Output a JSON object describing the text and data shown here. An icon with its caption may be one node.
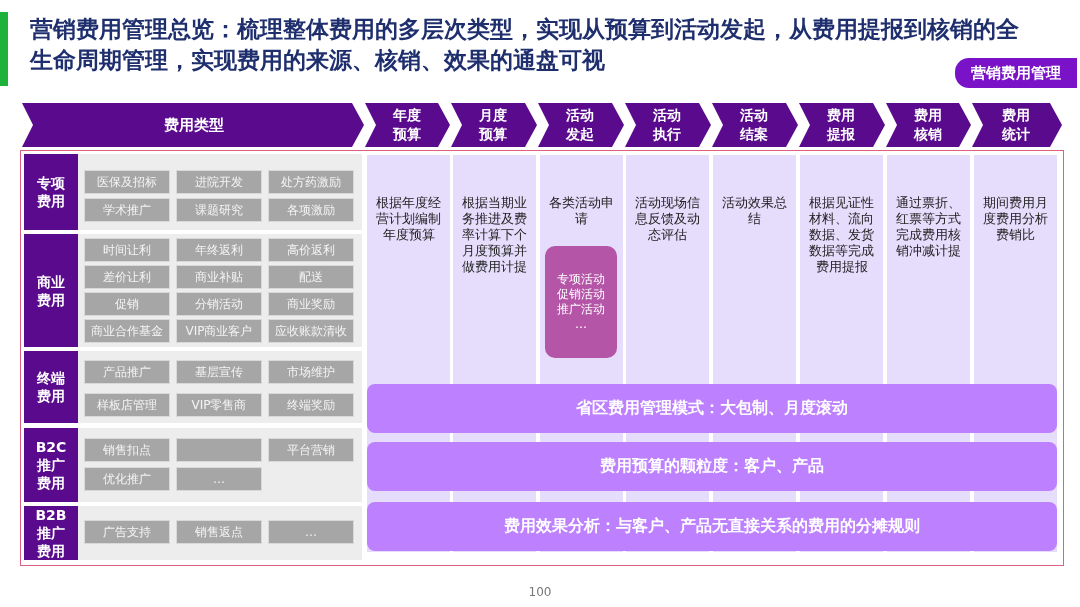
{
  "diagram": {
    "title": "营销费用管理总览：梳理整体费用的多层次类型，实现从预算到活动发起，从费用提报到核销的全生命周期管理，实现费用的来源、核销、效果的通盘可视",
    "nodes": [
      {
        "text": [
          "营销费用管理"
        ]
      },
      {
        "text": [
          "费用类型"
        ]
      },
      {
        "text": [
          "年度预算"
        ]
      },
      {
        "text": [
          "月度预算"
        ]
      },
      {
        "text": [
          "活动发起"
        ]
      },
      {
        "text": [
          "活动执行"
        ]
      },
      {
        "text": [
          "活动结案"
        ]
      },
      {
        "text": [
          "费用提报"
        ]
      },
      {
        "text": [
          "费用核销"
        ]
      },
      {
        "text": [
          "费用统计"
        ]
      },
      {
        "text": [
          "专项费用"
        ]
      },
      {
        "text": [
          "医保及招标"
        ]
      },
      {
        "text": [
          "进院开发"
        ]
      },
      {
        "text": [
          "处方药激励"
        ]
      },
      {
        "text": [
          "学术推广"
        ]
      },
      {
        "text": [
          "课题研究"
        ]
      },
      {
        "text": [
          "各项激励"
        ]
      },
      {
        "text": [
          "商业费用"
        ]
      },
      {
        "text": [
          "时间让利"
        ]
      },
      {
        "text": [
          "年终返利"
        ]
      },
      {
        "text": [
          "高价返利"
        ]
      },
      {
        "text": [
          "差价让利"
        ]
      },
      {
        "text": [
          "商业补贴"
        ]
      },
      {
        "text": [
          "配送"
        ]
      },
      {
        "text": [
          "促销"
        ]
      },
      {
        "text": [
          "分销活动"
        ]
      },
      {
        "text": [
          "商业奖励"
        ]
      },
      {
        "text": [
          "商业合作基金"
        ]
      },
      {
        "text": [
          "VIP商业客户"
        ]
      },
      {
        "text": [
          "应收账款清收"
        ]
      },
      {
        "text": [
          "终端费用"
        ]
      },
      {
        "text": [
          "产品推广"
        ]
      },
      {
        "text": [
          "基层宣传"
        ]
      },
      {
        "text": [
          "市场维护"
        ]
      },
      {
        "text": [
          "样板店管理"
        ]
      },
      {
        "text": [
          "VIP零售商"
        ]
      },
      {
        "text": [
          "终端奖励"
        ]
      },
      {
        "text": [
          "B2C推广费用"
        ]
      },
      {
        "text": [
          "销售扣点"
        ]
      },
      {
        "text": [],
        "shape": "box"
      },
      {
        "text": [
          "平台营销"
        ]
      },
      {
        "text": [
          "优化推广"
        ]
      },
      {
        "text": [
          "…"
        ]
      },
      {
        "text": [
          "B2B推广费用"
        ]
      },
      {
        "text": [
          "广告支持"
        ]
      },
      {
        "text": [
          "销售返点"
        ]
      },
      {
        "text": [
          "…"
        ]
      },
      {
        "text": [
          "根据年度经营计划编制年度预算"
        ]
      },
      {
        "text": [
          "根据当期业务推进及费率计算下个月度预算并做费用计提"
        ]
      },
      {
        "text": [
          "各类活动申请"
        ]
      },
      {
        "text": [
          "活动现场信息反馈及动态评估"
        ]
      },
      {
        "text": [
          "活动效果总结"
        ]
      },
      {
        "text": [
          "根据见证性材料、流向数据、发货数据等完成费用提报"
        ]
      },
      {
        "text": [
          "通过票折、红票等方式完成费用核销冲减计提"
        ]
      },
      {
        "text": [
          "期间费用月度费用分析费销比"
        ]
      },
      {
        "text": [
          "专项活动",
          "促销活动",
          "推广活动",
          "…"
        ],
        "in": 49
      },
      {
        "text": [
          "省区费用管理模式：大包制、月度滚动"
        ]
      },
      {
        "text": [
          "费用预算的颗粒度：客户、产品"
        ]
      },
      {
        "text": [
          "费用效果分析：与客户、产品无直接关系的费用的分摊规则"
        ]
      }
    ],
    "labels": [
      "100"
    ]
  }
}
